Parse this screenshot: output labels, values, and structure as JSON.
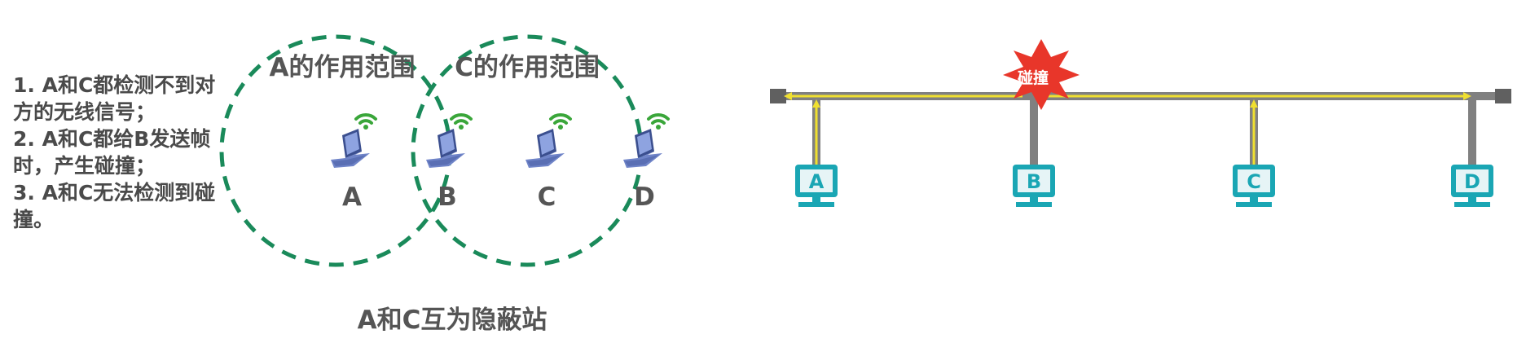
{
  "notes": [
    "1. A和C都检测不到对方的无线信号；",
    "2. A和C都给B发送帧时，产生碰撞；",
    "3. A和C无法检测到碰撞。"
  ],
  "left_diagram": {
    "range_a_label": "A的作用范围",
    "range_c_label": "C的作用范围",
    "stations": [
      "A",
      "B",
      "C",
      "D"
    ],
    "caption": "A和C互为隐蔽站",
    "colors": {
      "circle": "#1a8a5a",
      "laptop": "#6f84c8",
      "wifi": "#3aa63a",
      "text": "#555555"
    }
  },
  "right_diagram": {
    "collision_label": "碰撞",
    "stations": [
      "A",
      "B",
      "C",
      "D"
    ],
    "colors": {
      "bus": "#808080",
      "signal": "#f0e030",
      "burst": "#e8362a",
      "monitor": "#1aa6b4"
    }
  }
}
